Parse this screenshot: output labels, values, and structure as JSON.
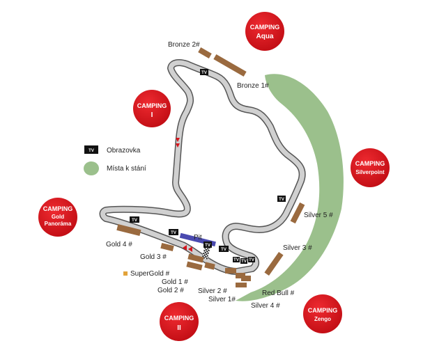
{
  "legend": {
    "tv_icon": "TV",
    "tv_label": "Obrazovka",
    "standing_label": "Místa k stání"
  },
  "campings": {
    "aqua": {
      "line1": "CAMPING",
      "line2": "Aqua"
    },
    "one": {
      "line1": "CAMPING",
      "line2": "I"
    },
    "silverpoint": {
      "line1": "CAMPING",
      "line2": "Silverpoint"
    },
    "gold_panorama": {
      "line1": "CAMPING",
      "line2": "Gold",
      "line3": "Panoráma"
    },
    "two": {
      "line1": "CAMPING",
      "line2": "II"
    },
    "zengo": {
      "line1": "CAMPING",
      "line2": "Zengo"
    }
  },
  "stands": {
    "bronze2": "Bronze 2#",
    "bronze1": "Bronze 1#",
    "silver5": "Silver 5 #",
    "silver3": "Silver 3 #",
    "gold4": "Gold 4 #",
    "gold3": "Gold 3 #",
    "pit": "Pit",
    "supergold": "SuperGold #",
    "gold1": "Gold 1 #",
    "gold2": "Gold 2 #",
    "silver2": "Silver 2 #",
    "silver1": "Silver 1#",
    "redbull": "Red Bull #",
    "silver4": "Silver 4 #"
  },
  "tv_screen_text": "TV",
  "colors": {
    "camping_red": "#d7141c",
    "stand_brown": "#9a6a3f",
    "standing_green": "#9bc08c",
    "track_grey": "#d0d0d0",
    "pit_blue": "#4a4ab0"
  }
}
